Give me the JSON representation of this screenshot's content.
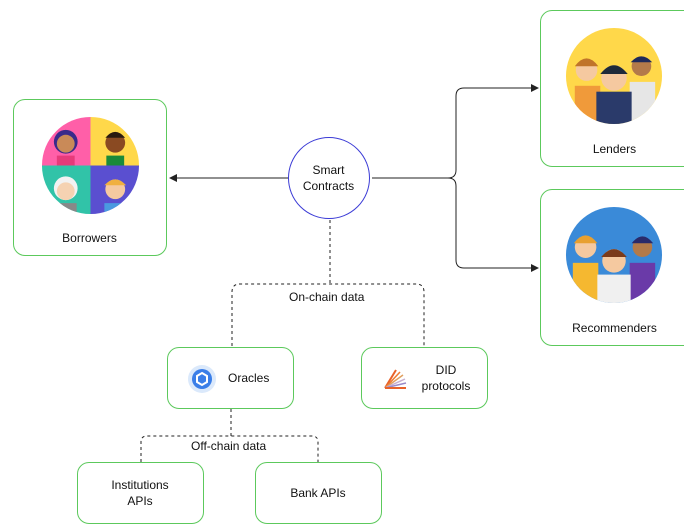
{
  "nodes": {
    "smart_contracts": {
      "line1": "Smart",
      "line2": "Contracts"
    },
    "borrowers": {
      "label": "Borrowers",
      "icon": "people-group-avatar-icon"
    },
    "lenders": {
      "label": "Lenders",
      "icon": "business-people-avatar-icon"
    },
    "recommenders": {
      "label": "Recommenders",
      "icon": "team-people-avatar-icon"
    },
    "oracles": {
      "label": "Oracles",
      "icon": "chainlink-hexagon-icon"
    },
    "did": {
      "line1": "DID",
      "line2": "protocols",
      "icon": "fan-logo-icon"
    },
    "institutions": {
      "line1": "Institutions",
      "line2": "APIs"
    },
    "bank": {
      "label": "Bank APIs"
    }
  },
  "groups": {
    "on_chain": "On-chain data",
    "off_chain": "Off-chain data"
  },
  "colors": {
    "box_border": "#5cc95c",
    "circle_border": "#3b3bd6",
    "line": "#222222"
  }
}
